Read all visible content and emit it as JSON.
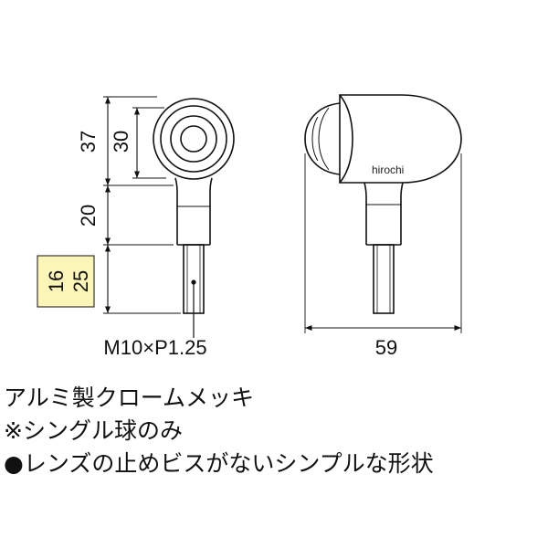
{
  "dimensions": {
    "total_height": "37",
    "head_height": "30",
    "neck_height": "20",
    "bolt_length_a": "16",
    "bolt_length_b": "25",
    "width": "59",
    "thread": "M10×P1.25"
  },
  "watermark": "hirochi",
  "notes": [
    "アルミ製クロームメッキ",
    "※シングル球のみ",
    "●レンズの止めビスがないシンプルな形状"
  ],
  "colors": {
    "line": "#111111",
    "highlight_box": "#fbf5b8"
  }
}
